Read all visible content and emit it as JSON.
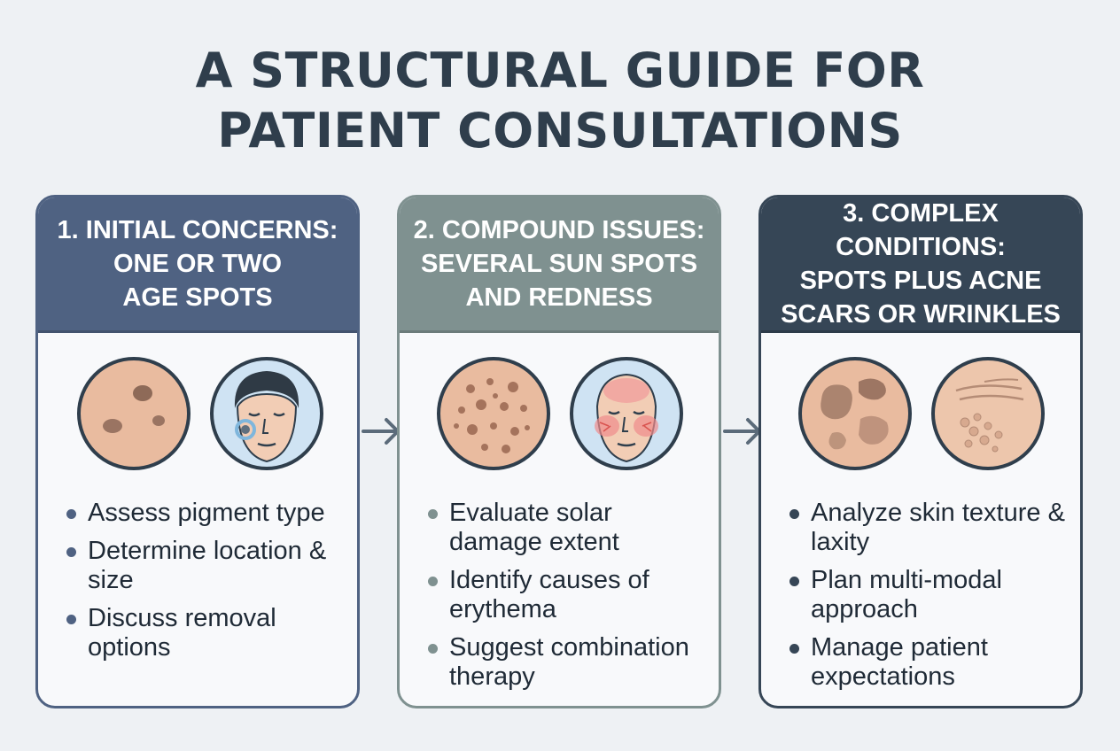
{
  "title": {
    "line1": "A STRUCTURAL GUIDE FOR",
    "line2": "PATIENT CONSULTATIONS"
  },
  "colors": {
    "card1": "#4f6282",
    "card2": "#7f9190",
    "card3": "#364656",
    "background": "#eef1f4"
  },
  "cards": [
    {
      "heading": [
        "1. INITIAL CONCERNS:",
        "ONE OR TWO",
        "AGE SPOTS"
      ],
      "icons": [
        "skin-two-spots-icon",
        "face-spot-highlight-icon"
      ],
      "bullets": [
        "Assess pigment type",
        "Determine location & size",
        "Discuss removal options"
      ]
    },
    {
      "heading": [
        "2. COMPOUND ISSUES:",
        "SEVERAL SUN SPOTS",
        "AND REDNESS"
      ],
      "icons": [
        "skin-many-spots-icon",
        "face-redness-icon"
      ],
      "bullets": [
        "Evaluate solar damage extent",
        "Identify causes of erythema",
        "Suggest combination therapy"
      ]
    },
    {
      "heading": [
        "3. COMPLEX CONDITIONS:",
        "SPOTS PLUS ACNE",
        "SCARS OR WRINKLES"
      ],
      "icons": [
        "skin-large-patches-icon",
        "skin-wrinkles-scars-icon"
      ],
      "bullets": [
        "Analyze skin texture & laxity",
        "Plan multi-modal approach",
        "Manage patient expectations"
      ]
    }
  ]
}
